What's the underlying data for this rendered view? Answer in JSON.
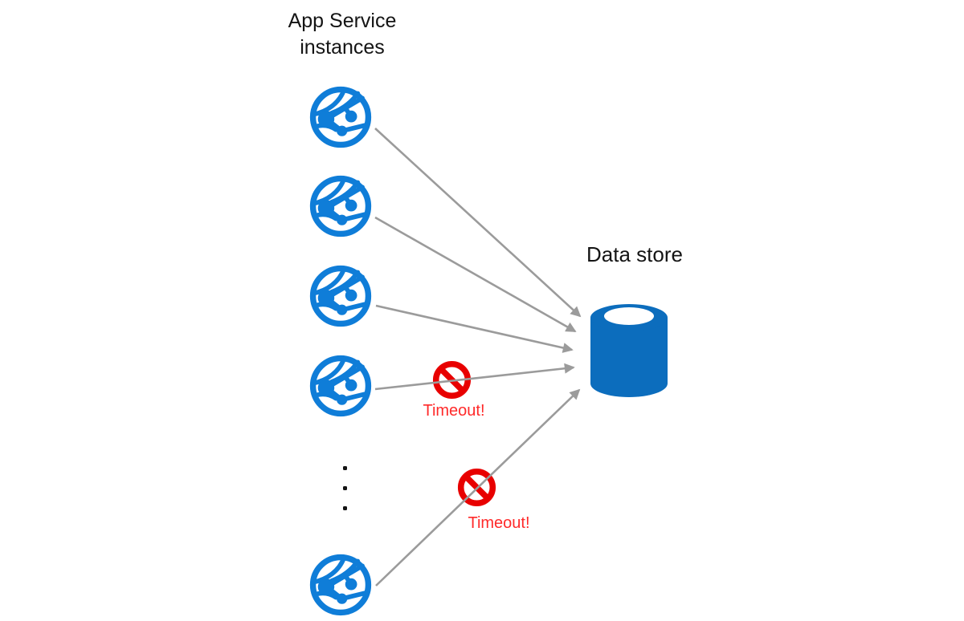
{
  "title": {
    "line1": "App Service",
    "line2": "instances"
  },
  "data_store": {
    "label": "Data store"
  },
  "timeouts": [
    {
      "label": "Timeout!"
    },
    {
      "label": "Timeout!"
    }
  ],
  "colors": {
    "app-service-blue": "#0f7dd8",
    "data-store-blue": "#0c6dbd",
    "arrow-gray": "#9b9b9b",
    "prohibit-red": "#e80000",
    "timeout-text-red": "#ff2a2a",
    "text-black": "#141414"
  },
  "diagram": {
    "type": "architecture",
    "source_group_label": "App Service instances",
    "target_label": "Data store",
    "instances_shown": 5,
    "more_instances_ellipsis": true,
    "connections": [
      {
        "from": "app-service-instance-1",
        "to": "data-store",
        "status": "connected"
      },
      {
        "from": "app-service-instance-2",
        "to": "data-store",
        "status": "connected"
      },
      {
        "from": "app-service-instance-3",
        "to": "data-store",
        "status": "connected"
      },
      {
        "from": "app-service-instance-4",
        "to": "data-store",
        "status": "timeout"
      },
      {
        "from": "app-service-instance-5",
        "to": "data-store",
        "status": "timeout"
      }
    ]
  }
}
